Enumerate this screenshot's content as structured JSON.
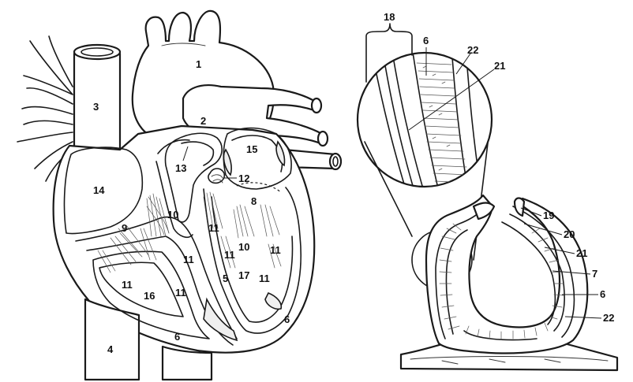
{
  "heart_labels": {
    "l1": "1",
    "l2": "2",
    "l3": "3",
    "l4": "4",
    "l5": "5",
    "l6a": "6",
    "l6b": "6",
    "l8": "8",
    "l9": "9",
    "l10a": "10",
    "l10b": "10",
    "l11a": "11",
    "l11b": "11",
    "l11c": "11",
    "l11d": "11",
    "l11e": "11",
    "l11f": "11",
    "l11g": "11",
    "l12": "12",
    "l13": "13",
    "l14": "14",
    "l15": "15",
    "l16": "16",
    "l17": "17"
  },
  "wall_labels": {
    "l18": "18",
    "l6": "6",
    "l22a": "22",
    "l21a": "21",
    "l19": "19",
    "l20": "20",
    "l21b": "21",
    "l7": "7",
    "l6b": "6",
    "l22b": "22"
  }
}
